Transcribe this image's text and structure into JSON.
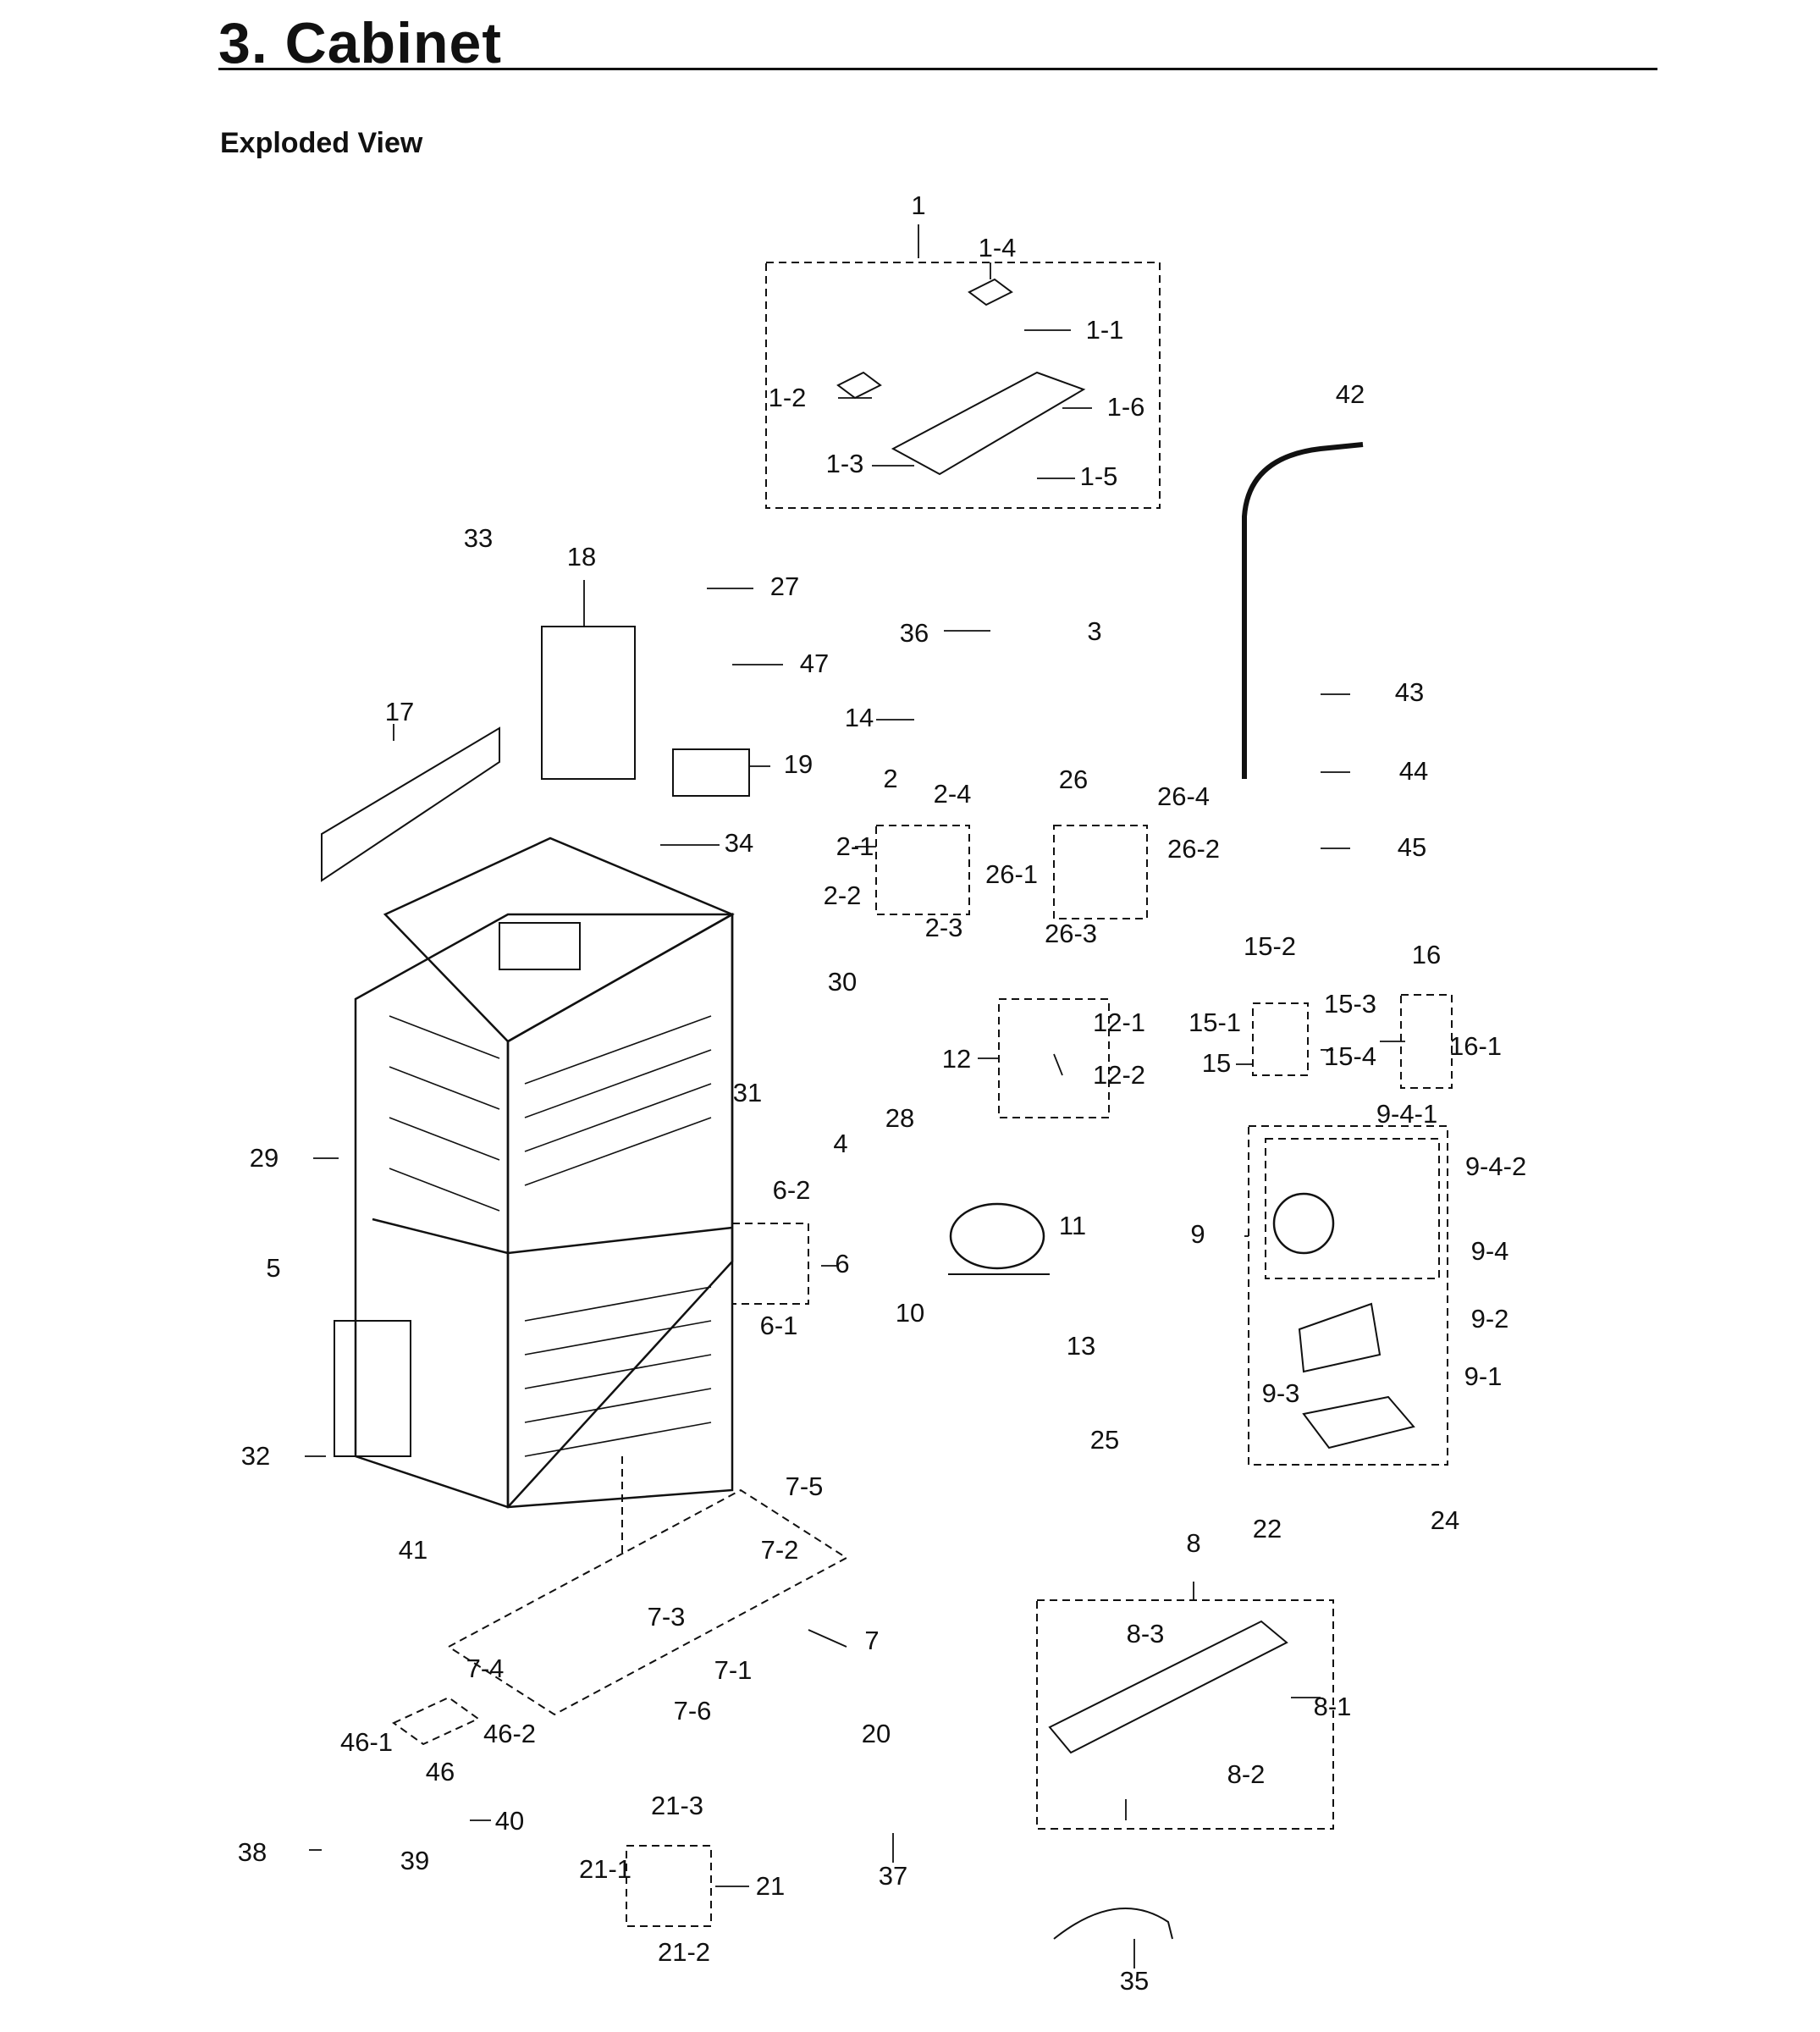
{
  "title": "3.  Cabinet",
  "subtitle": "Exploded View",
  "callouts": [
    "1",
    "1-1",
    "1-2",
    "1-3",
    "1-4",
    "1-5",
    "1-6",
    "2",
    "2-1",
    "2-2",
    "2-3",
    "2-4",
    "3",
    "4",
    "5",
    "6",
    "6-1",
    "6-2",
    "7",
    "7-1",
    "7-2",
    "7-3",
    "7-4",
    "7-5",
    "7-6",
    "8",
    "8-1",
    "8-2",
    "8-3",
    "9",
    "9-1",
    "9-2",
    "9-3",
    "9-4",
    "9-4-1",
    "9-4-2",
    "10",
    "11",
    "12",
    "12-1",
    "12-2",
    "13",
    "14",
    "15",
    "15-1",
    "15-2",
    "15-3",
    "15-4",
    "16",
    "16-1",
    "17",
    "18",
    "19",
    "20",
    "21",
    "21-1",
    "21-2",
    "21-3",
    "22",
    "24",
    "25",
    "26",
    "26-1",
    "26-2",
    "26-3",
    "26-4",
    "27",
    "28",
    "29",
    "30",
    "31",
    "32",
    "33",
    "34",
    "35",
    "36",
    "37",
    "38",
    "39",
    "40",
    "41",
    "42",
    "43",
    "44",
    "45",
    "46",
    "46-1",
    "46-2",
    "47"
  ]
}
